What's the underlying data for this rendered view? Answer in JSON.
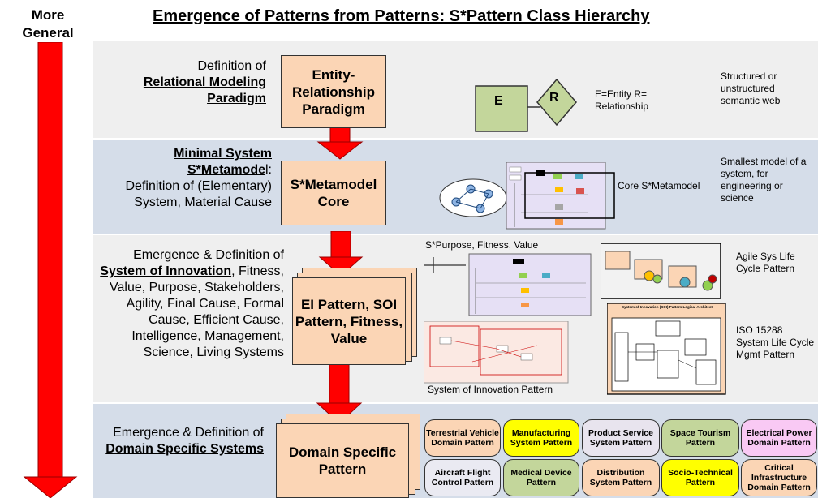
{
  "header": {
    "more_general": "More General",
    "title": "Emergence of Patterns from Patterns: S*Pattern Class Hierarchy"
  },
  "row1": {
    "left_plain": "Definition of",
    "left_underlined": "Relational Modeling Paradigm",
    "box": "Entity-Relationship Paradigm",
    "e_letter": "E",
    "r_letter": "R",
    "legend": "E=Entity R= Relationship",
    "note": "Structured or unstructured semantic web"
  },
  "row2": {
    "left_underlined_1": "Minimal System",
    "left_underlined_2": "S*Metamode",
    "left_after": "l:",
    "left_rest": "Definition of (Elementary) System, Material Cause",
    "box": "S*Metamodel Core",
    "core_label": "Core S*Metamodel",
    "note": "Smallest model of a system, for engineering or science"
  },
  "row3": {
    "left_plain_1": "Emergence & Definition of",
    "left_underlined": "System of Innovation",
    "left_rest": ", Fitness, Value, Purpose, Stakeholders, Agility, Final Cause, Formal Cause, Efficient Cause, Intelligence, Management, Science, Living Systems",
    "box": "EI Pattern, SOI Pattern, Fitness, Value",
    "purpose_label": "S*Purpose, Fitness, Value",
    "soi_label": "System of Innovation Pattern",
    "agile_note": "Agile Sys Life Cycle Pattern",
    "iso_note": "ISO 15288 System Life Cycle Mgmt Pattern",
    "soi_thumb_title": "System of Innovation (SOI) Pattern Logical Architecture"
  },
  "row4": {
    "left_plain": "Emergence & Definition of",
    "left_underlined": "Domain Specific Systems",
    "box": "Domain Specific Pattern",
    "pills": [
      {
        "label": "Terrestrial Vehicle Domain Pattern",
        "color": "#fbd5b5"
      },
      {
        "label": "Manufacturing System Pattern",
        "color": "#ffff00"
      },
      {
        "label": "Product Service System Pattern",
        "color": "#e8e4ee"
      },
      {
        "label": "Space Tourism Pattern",
        "color": "#c3d69b"
      },
      {
        "label": "Electrical Power Domain Pattern",
        "color": "#f9c9f4"
      },
      {
        "label": "Aircraft Flight Control Pattern",
        "color": "#eaeaf2"
      },
      {
        "label": "Medical Device Pattern",
        "color": "#c3d69b"
      },
      {
        "label": "Distribution System Pattern",
        "color": "#fbd5b5"
      },
      {
        "label": "Socio-Technical Pattern",
        "color": "#ffff00"
      },
      {
        "label": "Critical Infrastructure Domain Pattern",
        "color": "#fbd5b5"
      }
    ]
  },
  "colors": {
    "arrow": "#ff0000",
    "box_fill": "#fbd5b5",
    "band_light": "#efefef",
    "band_blue": "#d5dde9"
  }
}
